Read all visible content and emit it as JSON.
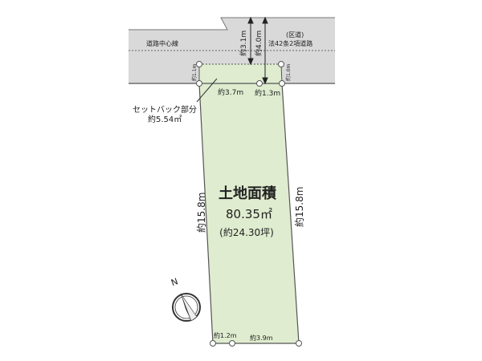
{
  "road": {
    "centerline_label": "道路中心線",
    "type_label": "(区道)",
    "law_label": "法42条2項道路",
    "dist_centerline": "約3.1m",
    "dist_opposite": "約4.0m"
  },
  "setback": {
    "label": "セットバック部分",
    "area": "約5.54㎡",
    "left_depth": "約1.1m",
    "right_depth": "約1.0m"
  },
  "frontage": {
    "seg1": "約3.7m",
    "seg2": "約1.3m"
  },
  "sides": {
    "left": "約15.8m",
    "right": "約15.8m"
  },
  "rear": {
    "seg1": "約1.2m",
    "seg2": "約3.9m"
  },
  "area": {
    "title": "土地面積",
    "sqm": "80.35㎡",
    "tsubo": "(約24.30坪)"
  },
  "compass": {
    "label": "N",
    "icon": "north-arrow-icon"
  },
  "colors": {
    "road": "#d9d9d9",
    "plot": "#dfeccf",
    "line": "#555555"
  }
}
